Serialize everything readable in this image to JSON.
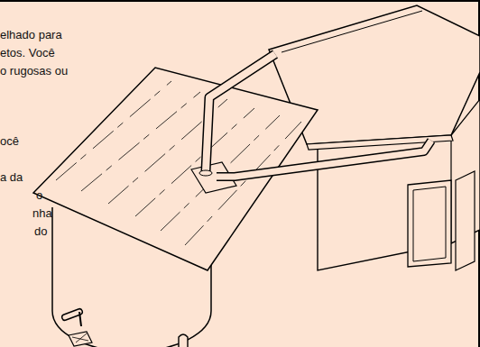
{
  "diagram": {
    "labels": [
      "elhado para",
      "etos. Você",
      "o rugosas ou",
      "ocê",
      "a da",
      "o",
      "nha",
      "do"
    ]
  }
}
